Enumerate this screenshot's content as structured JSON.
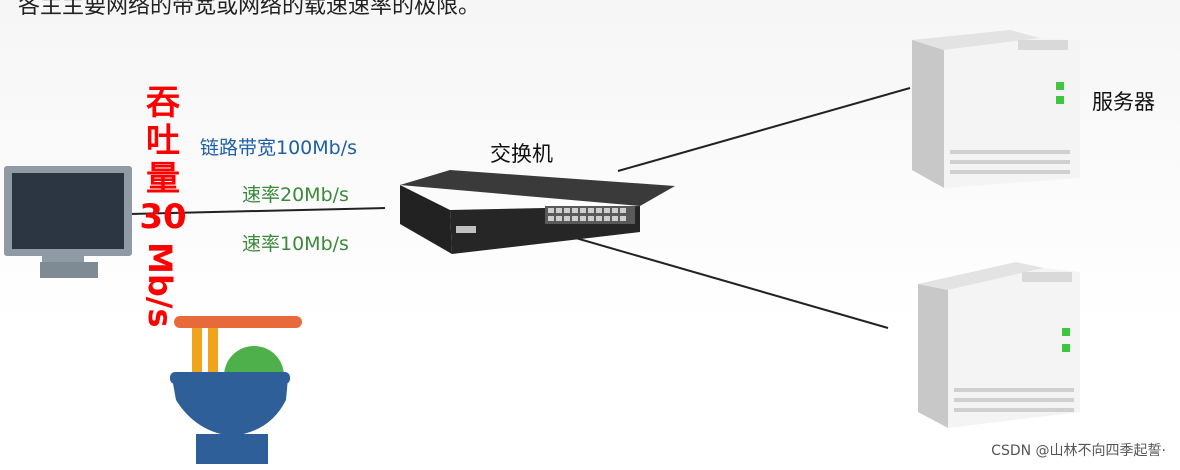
{
  "caption": "各主主要网络的带宽或网络的载速速率的极限。",
  "throughput": {
    "chars": [
      "吞",
      "吐",
      "量"
    ],
    "value": "30",
    "unit": "Mb/s"
  },
  "links": {
    "bandwidth": "链路带宽100Mb/s",
    "rate_1": "速率20Mb/s",
    "rate_2": "速率10Mb/s"
  },
  "switch": {
    "label": "交换机"
  },
  "server": {
    "label": "服务器"
  },
  "watermark": "CSDN @山林不向四季起誓·",
  "colors": {
    "throughput": "#ff0000",
    "bandwidth": "#1f5fa8",
    "rate": "#3a8a3a",
    "server_led": "#3fc63f",
    "bowl": "#2e5f99",
    "chopsticks": "#f0a31c",
    "egg": "#4db04a",
    "chopstick_bar": "#e86a3a"
  }
}
